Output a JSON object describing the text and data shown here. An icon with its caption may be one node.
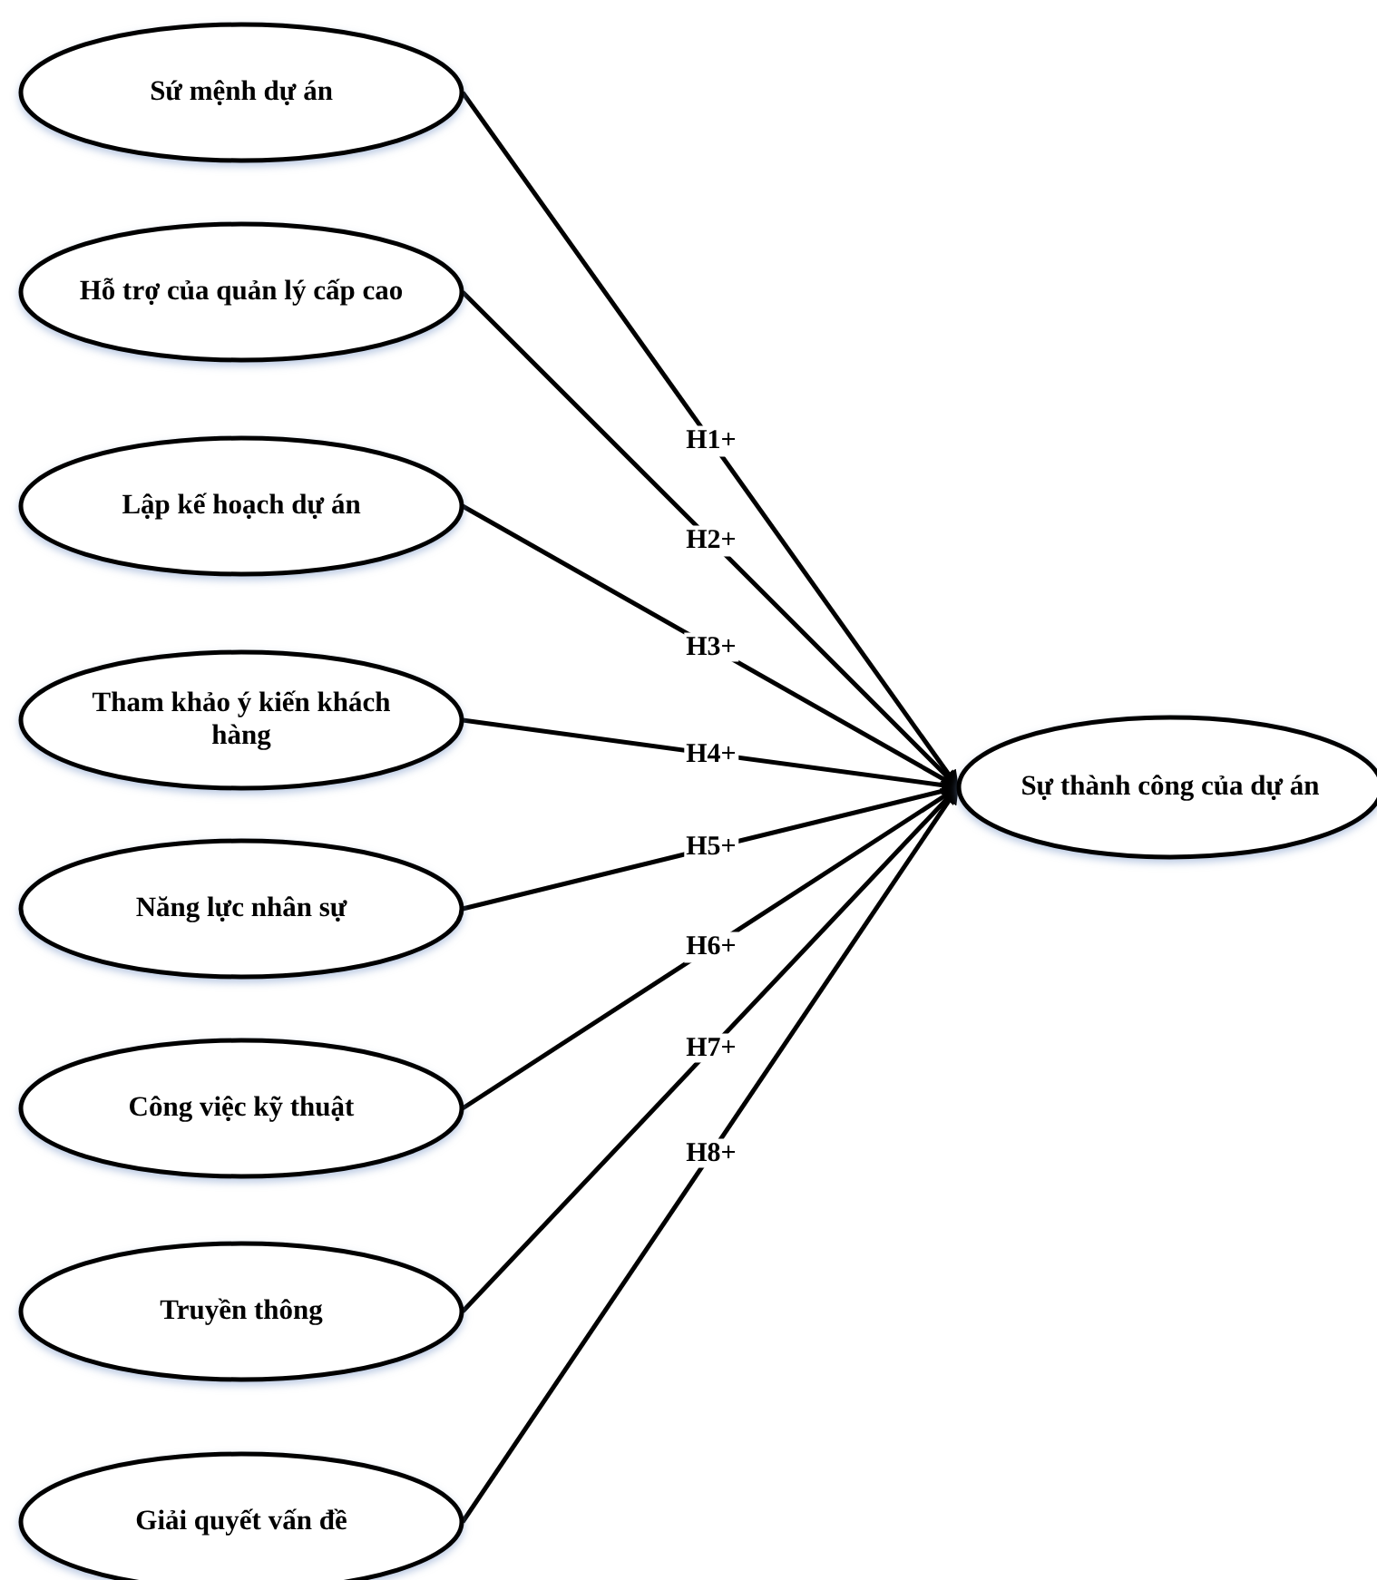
{
  "diagram": {
    "nodes": [
      {
        "text": [
          "Sứ mệnh dự án"
        ]
      },
      {
        "text": [
          "Hỗ trợ của quản lý cấp cao"
        ]
      },
      {
        "text": [
          "Lập kế hoạch dự án"
        ]
      },
      {
        "text": [
          "Tham khảo ý kiến khách hàng"
        ]
      },
      {
        "text": [
          "Năng lực nhân sự"
        ]
      },
      {
        "text": [
          "Công việc kỹ thuật"
        ]
      },
      {
        "text": [
          "Truyền thông"
        ]
      },
      {
        "text": [
          "Giải quyết vấn đề"
        ]
      },
      {
        "text": [
          "Sự thành công của dự án"
        ]
      }
    ],
    "edges": [
      {
        "from": 0,
        "to": 8,
        "arrow": "to",
        "label": "H1+"
      },
      {
        "from": 1,
        "to": 8,
        "arrow": "to",
        "label": "H2+"
      },
      {
        "from": 2,
        "to": 8,
        "arrow": "to",
        "label": "H3+"
      },
      {
        "from": 3,
        "to": 8,
        "arrow": "to",
        "label": "H4+"
      },
      {
        "from": 4,
        "to": 8,
        "arrow": "to",
        "label": "H5+"
      },
      {
        "from": 5,
        "to": 8,
        "arrow": "to",
        "label": "H6+"
      },
      {
        "from": 6,
        "to": 8,
        "arrow": "to",
        "label": "H7+"
      },
      {
        "from": 7,
        "to": 8,
        "arrow": "to",
        "label": "H8+"
      }
    ]
  }
}
